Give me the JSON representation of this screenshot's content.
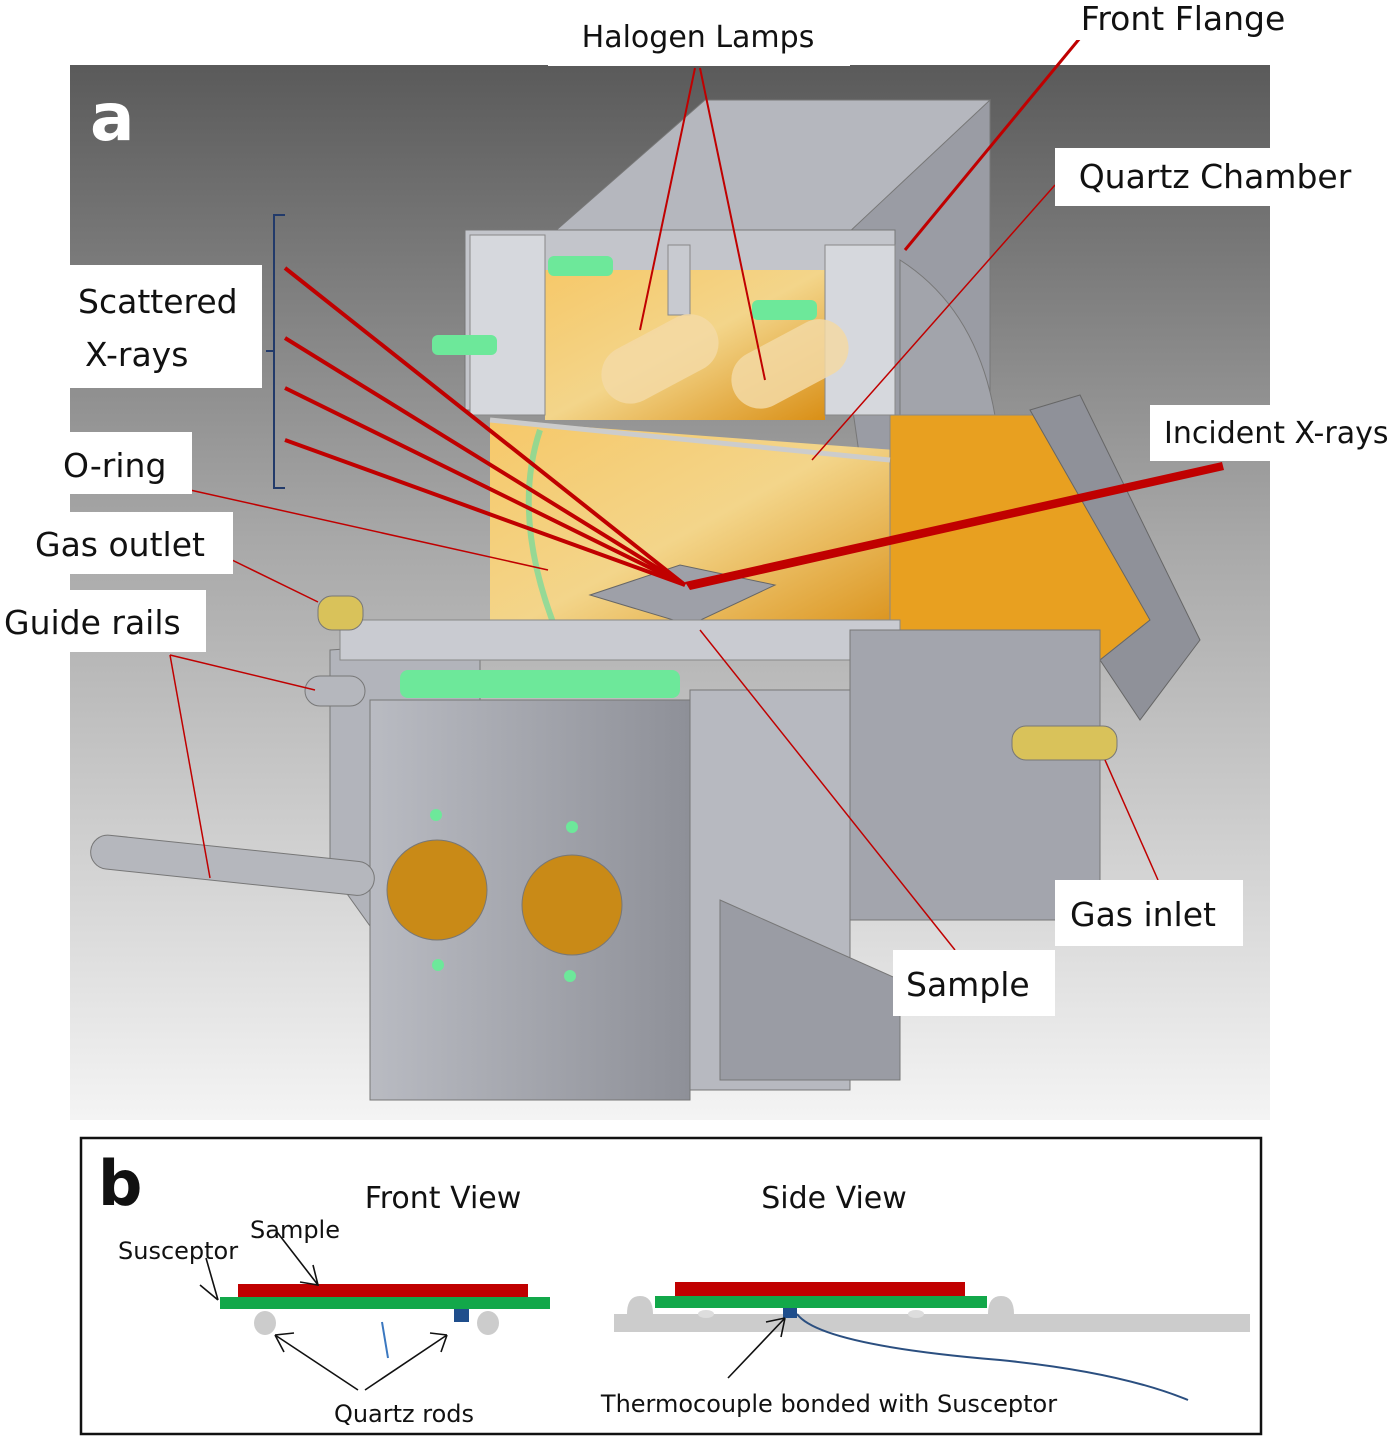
{
  "panel_a": {
    "letter": "a",
    "labels": {
      "halogen_lamps": "Halogen Lamps",
      "front_flange": "Front Flange",
      "quartz_chamber": "Quartz Chamber",
      "scattered_xrays_line1": "Scattered",
      "scattered_xrays_line2": "X-rays",
      "incident_xrays": "Incident X-rays",
      "o_ring": "O-ring",
      "gas_outlet": "Gas outlet",
      "guide_rails": "Guide rails",
      "gas_inlet": "Gas inlet",
      "sample": "Sample"
    },
    "colors": {
      "arrow": "#c00000",
      "chamber": "#e8a020",
      "body": "#a9abb3",
      "seal": "#6de89a"
    }
  },
  "panel_b": {
    "letter": "b",
    "front_view": {
      "title": "Front View",
      "sample_label": "Sample",
      "susceptor_label": "Susceptor",
      "rods_label": "Quartz rods"
    },
    "side_view": {
      "title": "Side View",
      "thermocouple_label": "Thermocouple bonded with Susceptor"
    },
    "colors": {
      "sample": "#c00000",
      "susceptor": "#12a84a",
      "thermocouple": "#1f4e8c",
      "rod": "#cccccc"
    }
  }
}
